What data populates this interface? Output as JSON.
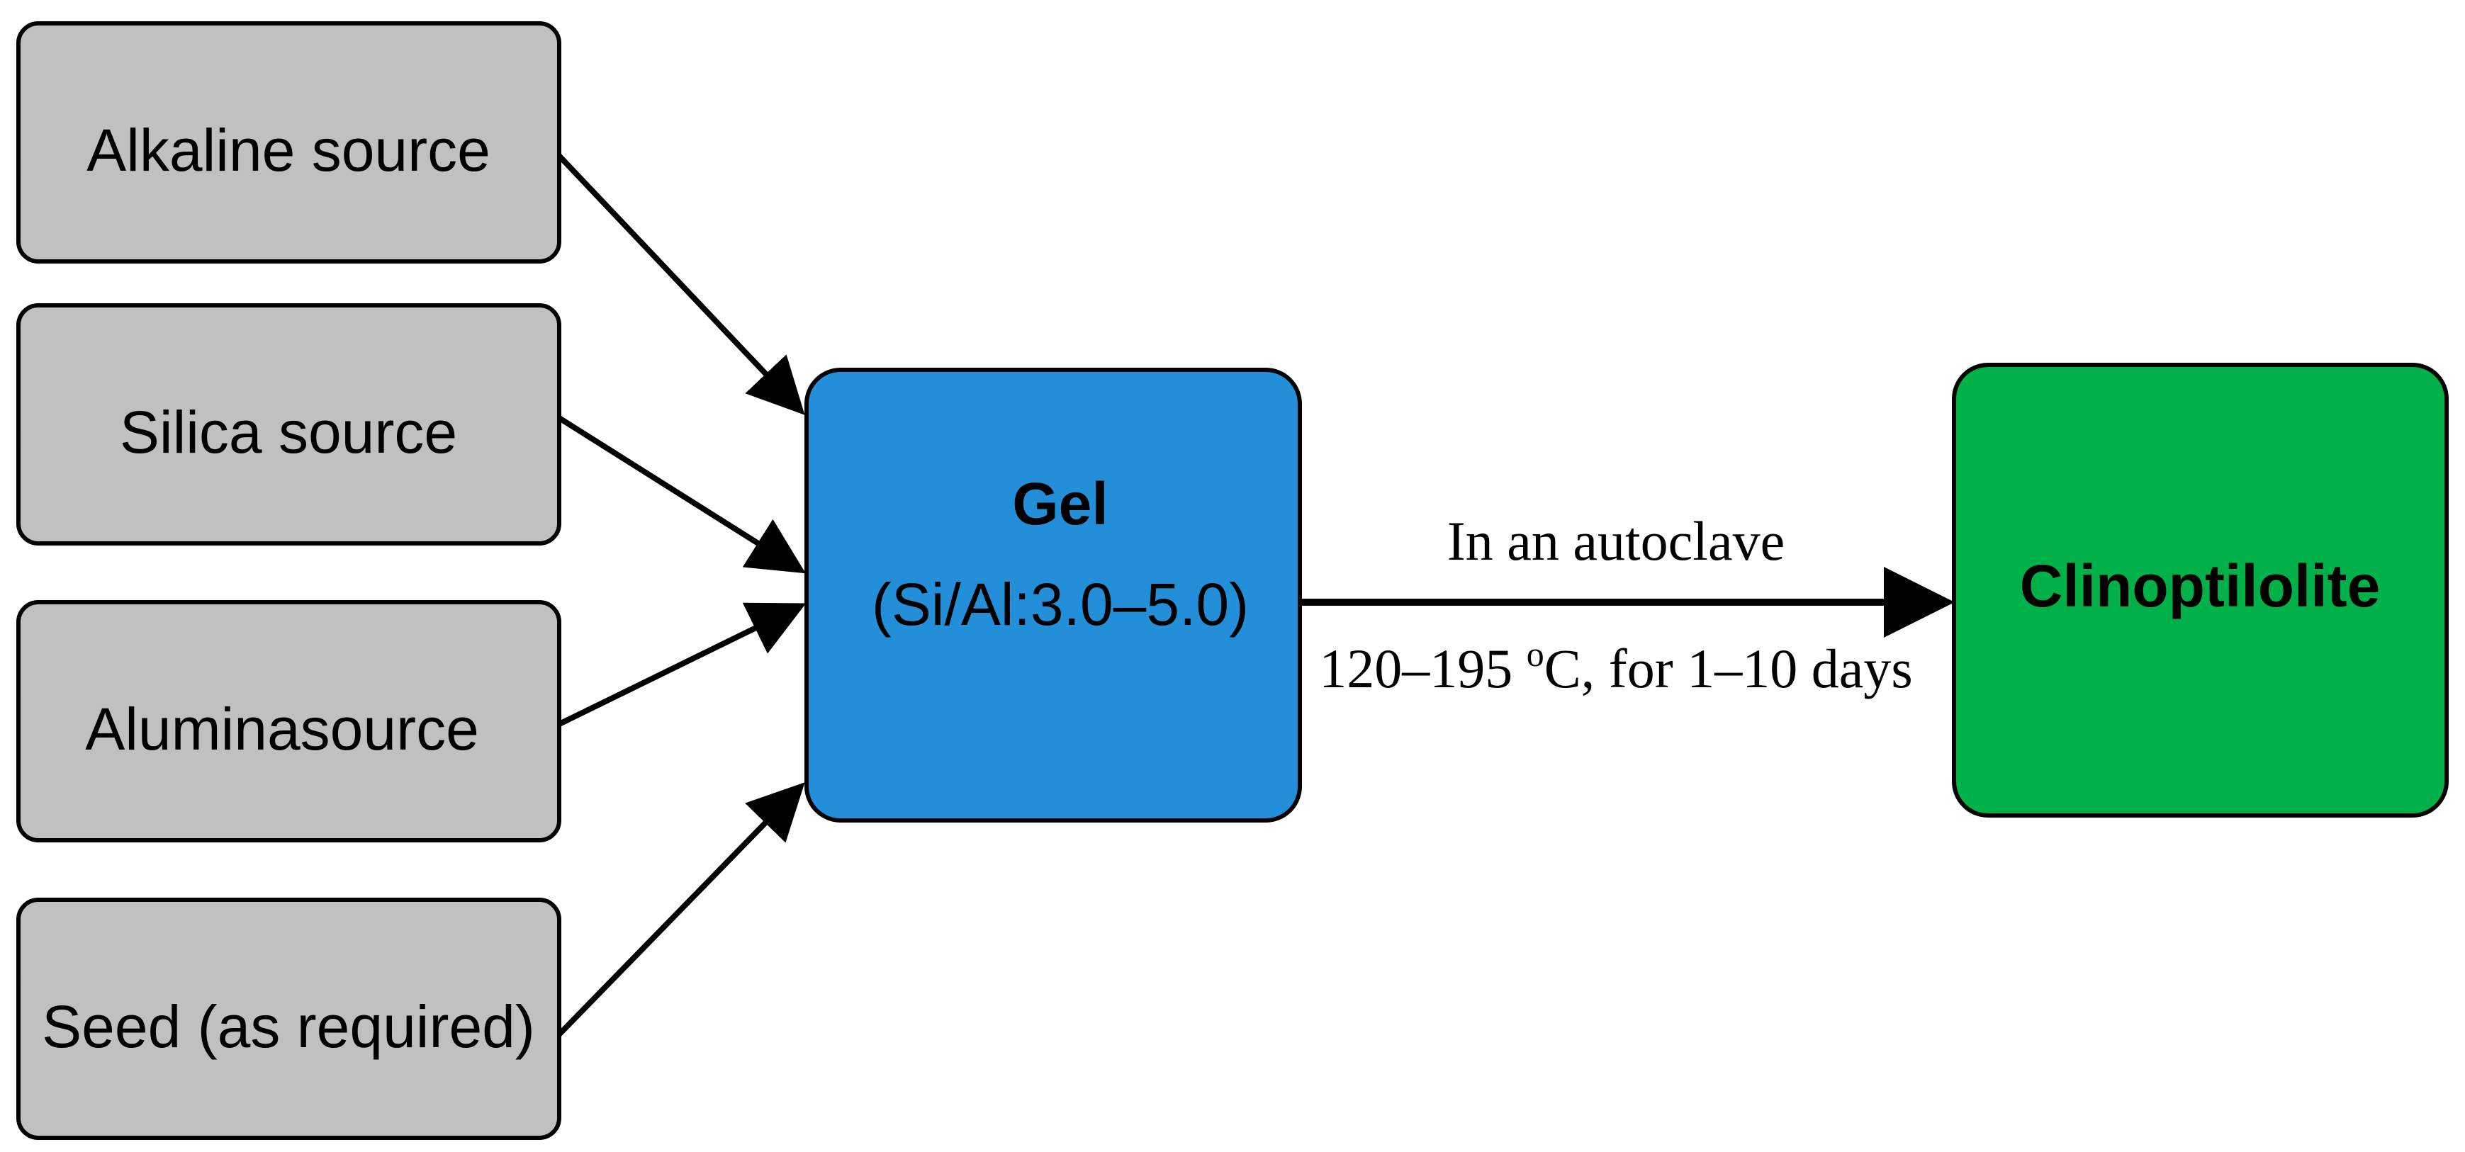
{
  "colors": {
    "input_box_fill": "#c0c0c0",
    "gel_box_fill": "#228fd8",
    "product_box_fill": "#00b14a",
    "stroke": "#000000"
  },
  "inputs": [
    {
      "label": "Alkaline source"
    },
    {
      "label": "Silica source"
    },
    {
      "label": "Aluminasource"
    },
    {
      "label": "Seed (as required)"
    }
  ],
  "gel": {
    "title": "Gel",
    "ratio": "(Si/Al:3.0–5.0)"
  },
  "process": {
    "top_label": "In an autoclave",
    "bottom_label_prefix": "120–195 ",
    "bottom_label_degree": "o",
    "bottom_label_suffix": "C, for 1–10 days"
  },
  "product": {
    "title": "Clinoptilolite"
  }
}
